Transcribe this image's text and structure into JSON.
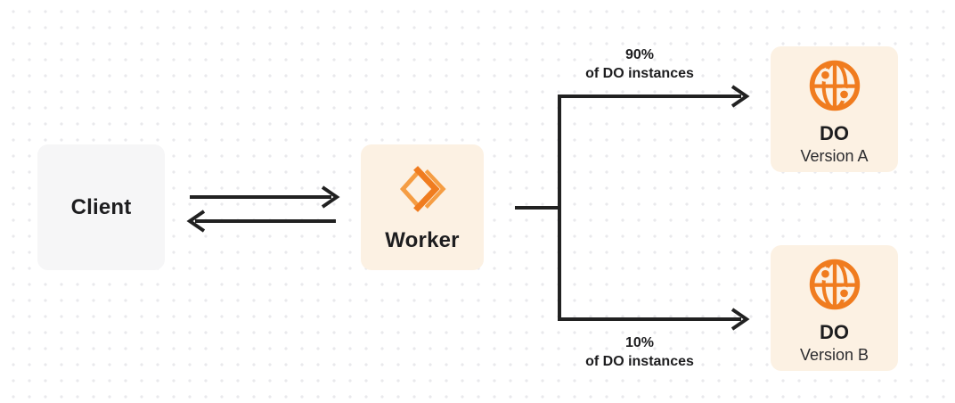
{
  "colors": {
    "canvas-bg": "#ffffff",
    "dot": "#e9e9ec",
    "arrow": "#212121",
    "text": "#1d1d1f",
    "subtext": "#2b2b2e",
    "orange": "#f07c1f",
    "orange-light": "#f59d43",
    "client-box-bg": "#f6f6f7",
    "cream-box-bg": "#fcf1e3"
  },
  "nodes": {
    "client": {
      "label": "Client"
    },
    "worker": {
      "label": "Worker",
      "icon": "cloudflare-workers-logo"
    },
    "do_version_a": {
      "title": "DO",
      "subtitle": "Version A",
      "icon": "durable-object-globe"
    },
    "do_version_b": {
      "title": "DO",
      "subtitle": "Version B",
      "icon": "durable-object-globe"
    }
  },
  "edge_labels": {
    "to_version_a": {
      "line1": "90%",
      "line2": "of DO instances"
    },
    "to_version_b": {
      "line1": "10%",
      "line2": "of DO instances"
    }
  }
}
